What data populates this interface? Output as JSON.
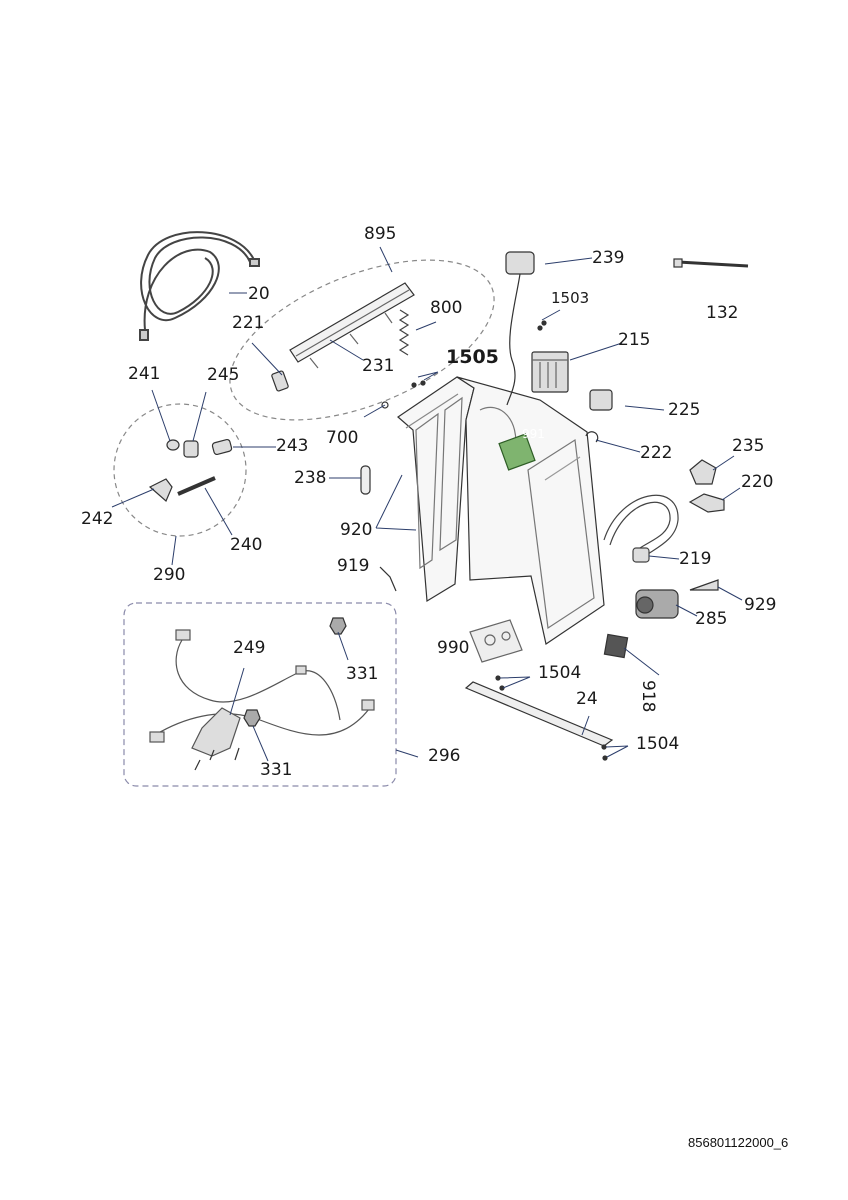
{
  "diagram": {
    "document_number": "856801122000_6",
    "callouts": {
      "c20": "20",
      "c24": "24",
      "c132": "132",
      "c215": "215",
      "c219": "219",
      "c220": "220",
      "c221": "221",
      "c222": "222",
      "c225": "225",
      "c231": "231",
      "c235": "235",
      "c238": "238",
      "c239": "239",
      "c240": "240",
      "c241": "241",
      "c242": "242",
      "c243": "243",
      "c245": "245",
      "c249": "249",
      "c285": "285",
      "c290": "290",
      "c296": "296",
      "c331a": "331",
      "c331b": "331",
      "c700": "700",
      "c800": "800",
      "c895": "895",
      "c918": "918",
      "c919": "919",
      "c920": "920",
      "c929": "929",
      "c990": "990",
      "c991": "991",
      "c1503": "1503",
      "c1504a": "1504",
      "c1504b": "1504",
      "c1505": "1505"
    }
  }
}
